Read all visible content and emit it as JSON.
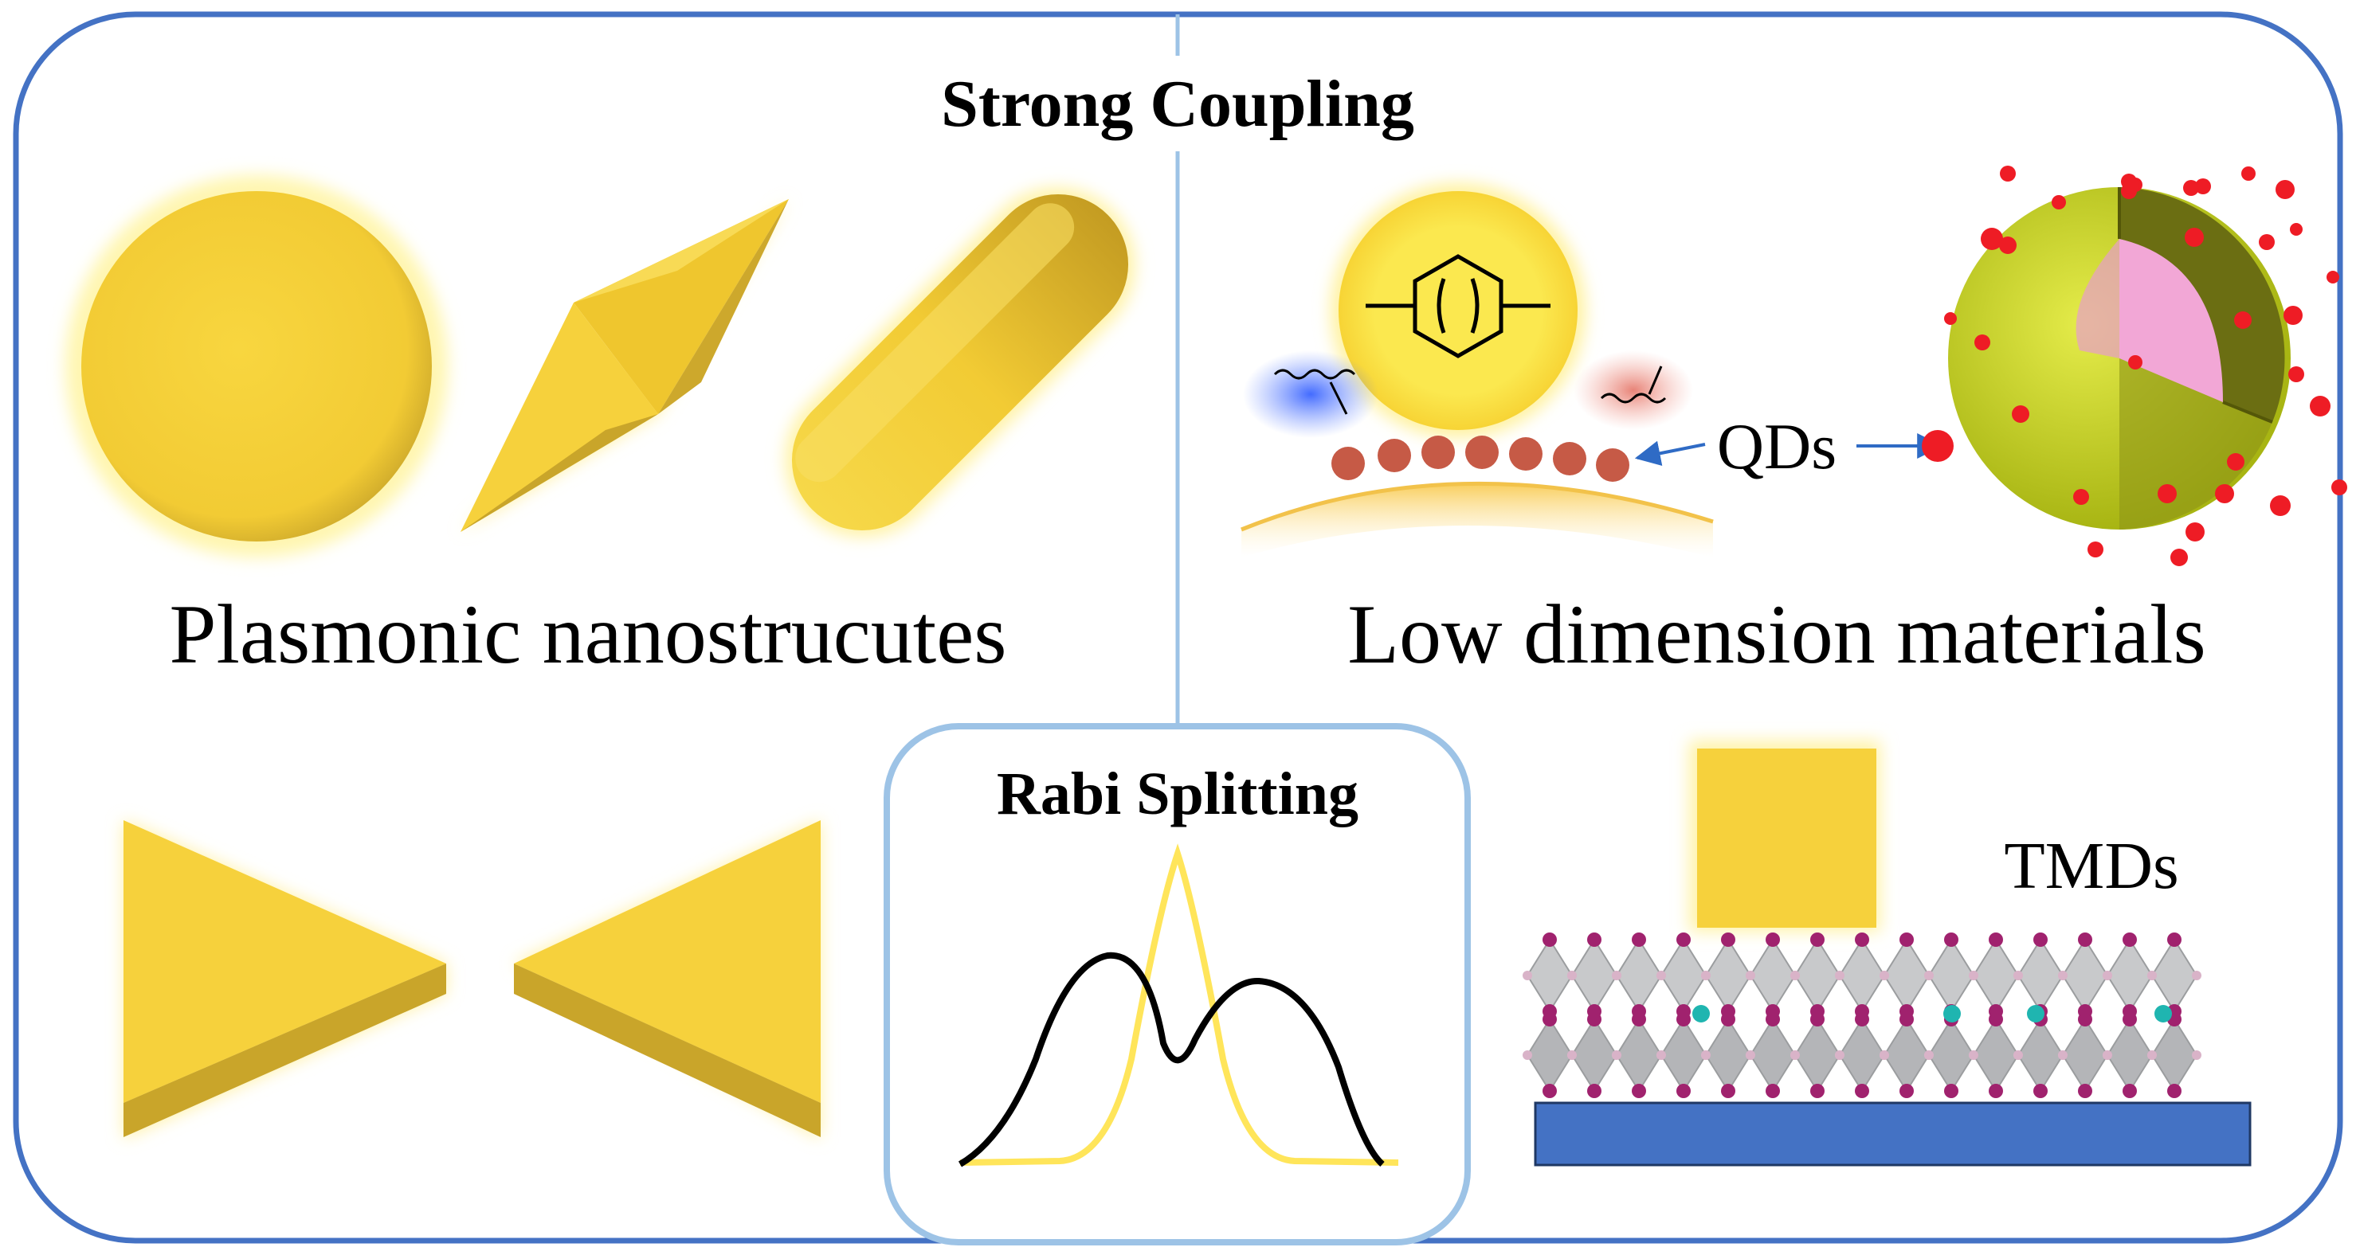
{
  "title": "Strong Coupling",
  "sections": {
    "plasmonic": {
      "label": "Plasmonic nanostrucutes"
    },
    "low_dimension": {
      "label": "Low dimension materials"
    },
    "qds": {
      "label": "QDs"
    },
    "tmds": {
      "label": "TMDs"
    },
    "rabi": {
      "title": "Rabi Splitting"
    }
  },
  "colors": {
    "frame": "#4472C4",
    "divider": "#9DC3E6",
    "gold": "#F6D13C",
    "gold_dark": "#C9A52A",
    "particle": "#C65A46",
    "substrate": "#4472C4",
    "rabi_split_curve": "#000000",
    "rabi_single_curve": "#FFE55A",
    "qd_shell": "#C8D52A",
    "qd_core": "#F2A7D6",
    "ligand": "#EE1C25"
  },
  "icons": [
    "gold-nanosphere",
    "gold-bipyramid",
    "gold-nanorod",
    "gold-bowtie",
    "molecule-nanoparticle",
    "core-shell-quantum-dot",
    "photon-wave-icon",
    "tmd-lattice",
    "gold-nanocube"
  ]
}
